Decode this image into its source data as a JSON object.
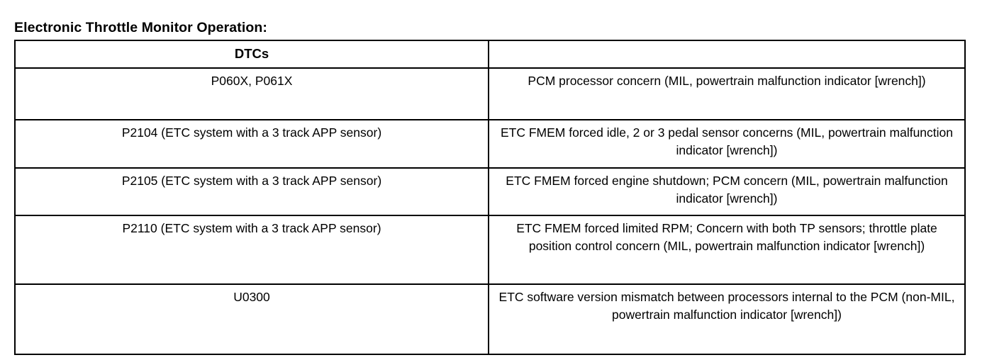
{
  "document": {
    "title": "Electronic Throttle Monitor Operation:"
  },
  "table": {
    "columns": [
      {
        "header": "DTCs"
      },
      {
        "header": ""
      }
    ],
    "rows": [
      {
        "dtc": "P060X, P061X",
        "description": "PCM processor concern (MIL, powertrain malfunction indicator [wrench])"
      },
      {
        "dtc": "P2104 (ETC system with a 3 track APP sensor)",
        "description": "ETC FMEM  forced idle, 2 or 3 pedal sensor concerns (MIL, powertrain malfunction indicator [wrench])"
      },
      {
        "dtc": "P2105 (ETC system with a 3 track APP sensor)",
        "description": "ETC FMEM  forced engine shutdown; PCM concern (MIL, powertrain malfunction indicator [wrench])"
      },
      {
        "dtc": "P2110 (ETC system with a 3 track APP sensor)",
        "description": "ETC FMEM  forced limited RPM; Concern with both TP sensors; throttle plate position control concern (MIL, powertrain malfunction indicator [wrench])"
      },
      {
        "dtc": "U0300",
        "description": "ETC software version mismatch between processors internal to the PCM (non-MIL, powertrain malfunction indicator [wrench])"
      }
    ]
  },
  "style": {
    "border_color": "#000000",
    "text_color": "#000000",
    "background_color": "#ffffff"
  }
}
